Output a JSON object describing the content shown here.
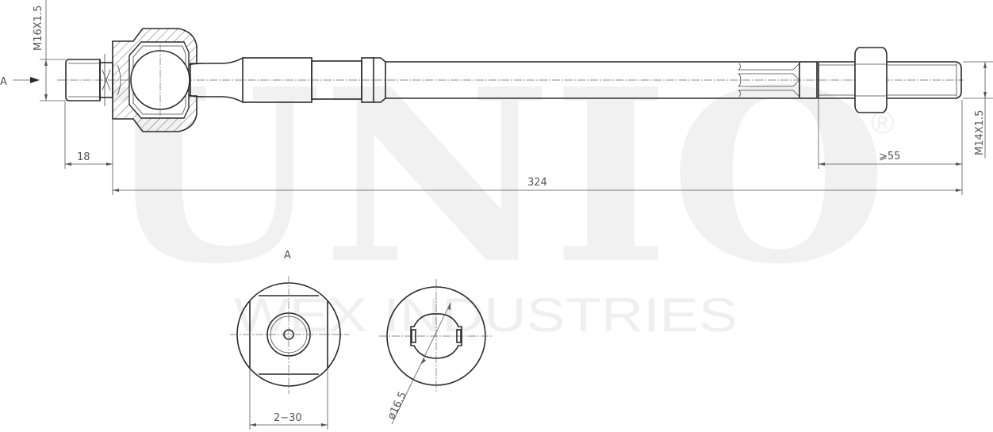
{
  "drawing": {
    "title": "Inner tie rod technical drawing",
    "watermark": {
      "brand": "UNIO",
      "registered": "®",
      "company": "WEX INDUSTRIES"
    },
    "view_arrow_label": "A",
    "section_view_label": "A",
    "dimensions": {
      "left_thread": "M16X1.5",
      "right_thread": "M14X1.5",
      "left_thread_length": "18",
      "overall_length": "324",
      "right_thread_length": "⩾55",
      "across_flats": "2−30",
      "diameter": "ø16.5"
    },
    "colors": {
      "line": "#2a2a2a",
      "dimension": "#555555",
      "watermark": "#f1f1f1"
    }
  }
}
